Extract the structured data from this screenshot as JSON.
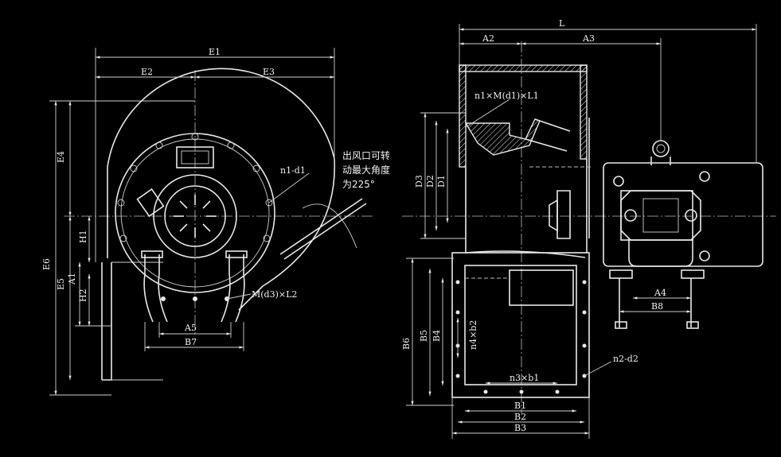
{
  "colors": {
    "background": "#000000",
    "linework": "#e8e8e8"
  },
  "front_view": {
    "dims": {
      "E1": "E1",
      "E2": "E2",
      "E3": "E3",
      "E4": "E4",
      "E5": "E5",
      "E6": "E6",
      "H1": "H1",
      "H2": "H2",
      "A1": "A1",
      "A5": "A5",
      "B7": "B7"
    },
    "callouts": {
      "n1_d1": "n1-d1",
      "M_d3_L2": "M(d3)×L2"
    },
    "note": {
      "line1": "出风口可转",
      "line2": "动最大角度",
      "line3": "为225°"
    }
  },
  "side_view": {
    "dims": {
      "L": "L",
      "A2": "A2",
      "A3": "A3",
      "A4": "A4",
      "B8": "B8",
      "D1": "D1",
      "D2": "D2",
      "D3": "D3",
      "B4": "B4",
      "B5": "B5",
      "B6": "B6",
      "B1": "B1",
      "B2": "B2",
      "B3": "B3"
    },
    "callouts": {
      "n1_M_d1_L1": "n1×M(d1)×L1",
      "n4_b2": "n4×b2",
      "n3_b1": "n3×b1",
      "n2_d2": "n2-d2"
    }
  }
}
